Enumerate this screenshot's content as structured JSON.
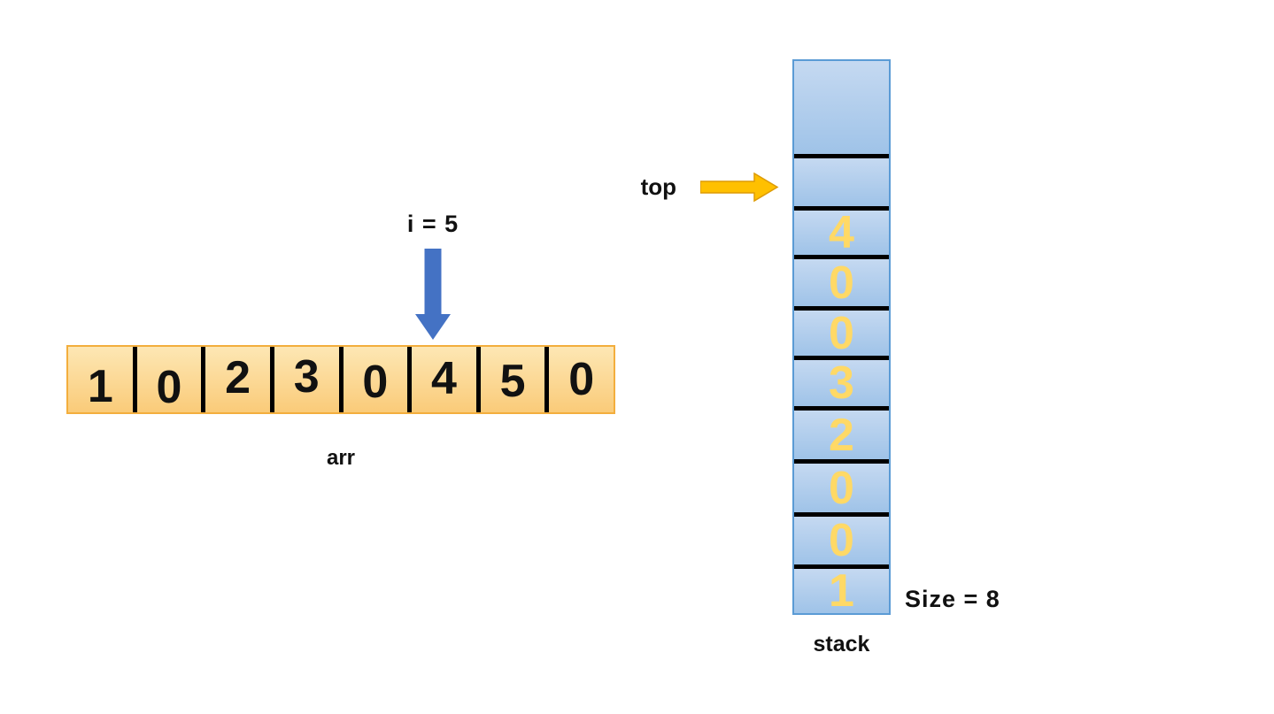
{
  "array": {
    "label": "arr",
    "values": [
      "1",
      "0",
      "2",
      "3",
      "0",
      "4",
      "5",
      "0"
    ],
    "pointer_label": "i = 5",
    "pointer_target_index": 5
  },
  "stack": {
    "label": "stack",
    "top_label": "top",
    "size_label": "Size = 8",
    "cells": [
      "",
      "",
      "4",
      "0",
      "0",
      "3",
      "2",
      "0",
      "0",
      "1"
    ],
    "values_bottom_to_top": [
      "1",
      "0",
      "0",
      "2",
      "3",
      "0",
      "0",
      "4"
    ]
  },
  "colors": {
    "array_fill_top": "#FDE7B4",
    "array_fill_bottom": "#FACB79",
    "array_border": "#F3AE3D",
    "array_digit": "#111111",
    "stack_fill_top": "#C5D9F1",
    "stack_fill_bottom": "#9FC3E8",
    "stack_border": "#5B9BD5",
    "stack_digit": "#FFD966",
    "divider": "#000000",
    "index_arrow": "#4472C4",
    "top_arrow_fill": "#FFC000",
    "top_arrow_stroke": "#DD9B05",
    "background": "#FFFFFF"
  }
}
